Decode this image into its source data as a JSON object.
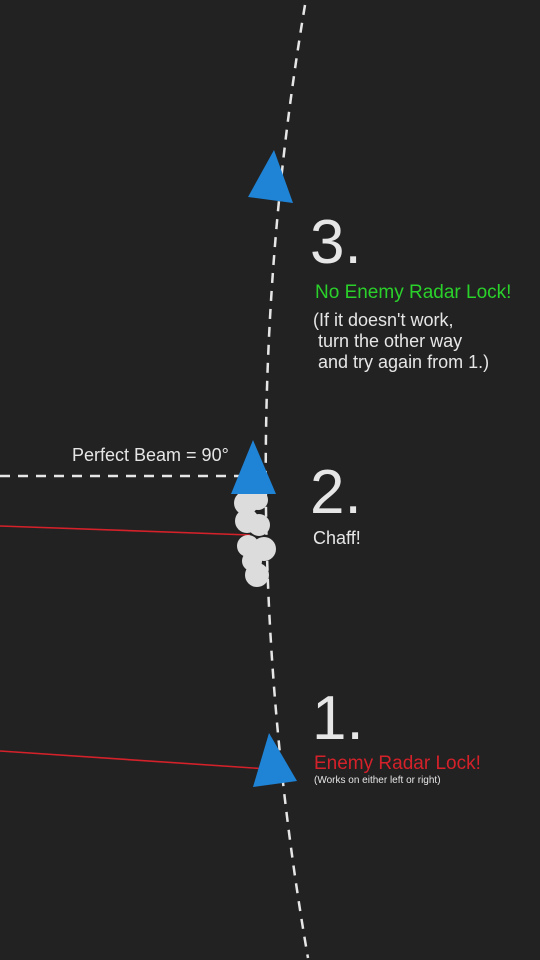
{
  "colors": {
    "background": "#222222",
    "text": "#e6e6e6",
    "flight_path": "#e6e6e6",
    "aircraft": "#1f83d6",
    "radar_beam": "#d4212a",
    "no_lock": "#2bd12b",
    "lock": "#d4212a",
    "chaff": "#dcdcdc"
  },
  "beam_label": "Perfect Beam = 90°",
  "steps": [
    {
      "number": "1.",
      "status": "Enemy Radar Lock!",
      "note": "(Works on either left or right)"
    },
    {
      "number": "2.",
      "status": "Chaff!",
      "note": ""
    },
    {
      "number": "3.",
      "status": "No Enemy Radar Lock!",
      "note": "(If it doesn't work,\n turn the other way\n and try again from 1.)"
    }
  ],
  "icons": {
    "aircraft": "triangle-arrow-icon",
    "chaff": "chaff-cloud-icon"
  }
}
